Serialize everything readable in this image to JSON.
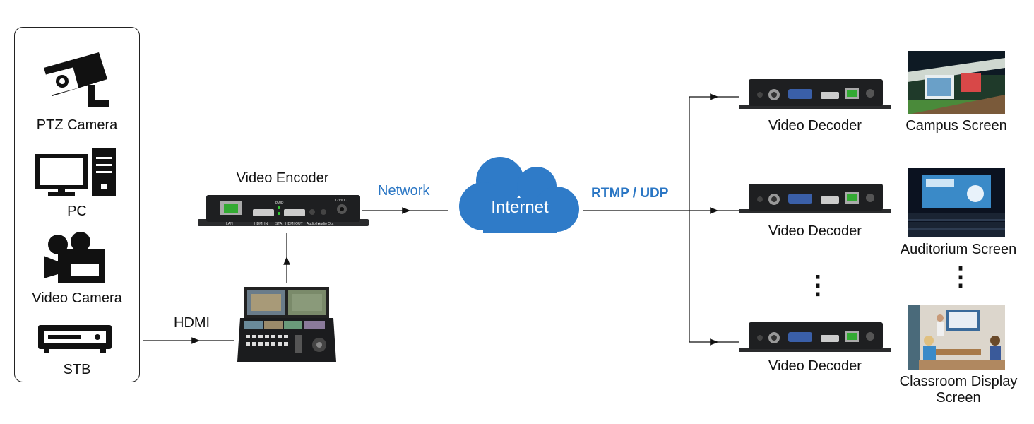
{
  "sources": {
    "ptz_camera": "PTZ Camera",
    "pc": "PC",
    "video_camera": "Video Camera",
    "stb": "STB"
  },
  "links": {
    "hdmi": "HDMI",
    "network": "Network",
    "rtmp_udp": "RTMP / UDP"
  },
  "encoder": {
    "title": "Video Encoder",
    "port_lan": "LAN",
    "port_hdmi_in": "HDMI IN",
    "port_hdmi_out": "HDMI OUT",
    "port_audio_in": "Audio In",
    "port_audio_out": "Audio Out",
    "port_power": "12V/DC",
    "led_pwr": "PWR",
    "led_sta": "STA"
  },
  "cloud": {
    "label": "Internet"
  },
  "decoders": [
    {
      "label": "Video Decoder"
    },
    {
      "label": "Video Decoder"
    },
    {
      "label": "Video Decoder"
    }
  ],
  "screens": [
    {
      "label": "Campus Screen"
    },
    {
      "label": "Auditorium Screen"
    },
    {
      "label_line1": "Classroom Display",
      "label_line2": "Screen"
    }
  ],
  "ellipsis": "⋮",
  "colors": {
    "accent_blue": "#2a76c4",
    "cloud_blue": "#2f7bc8",
    "device_dark": "#1e1f21"
  }
}
